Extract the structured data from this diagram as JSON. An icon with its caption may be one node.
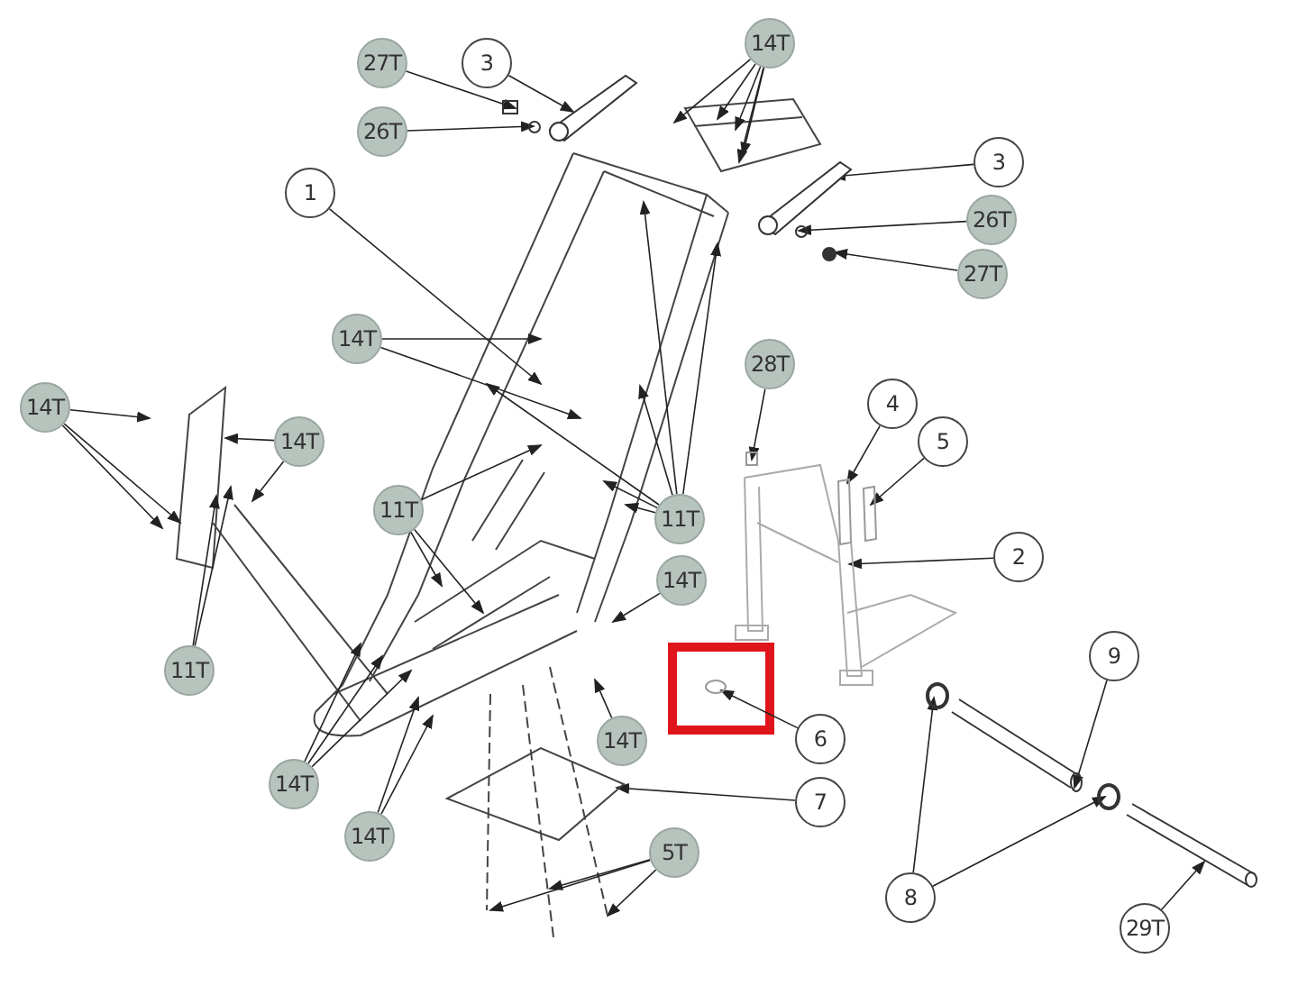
{
  "diagram": {
    "nodes": [
      {
        "text": [
          "27T"
        ]
      },
      {
        "text": [
          "3"
        ]
      },
      {
        "text": [
          "14T"
        ]
      },
      {
        "text": [
          "26T"
        ]
      },
      {
        "text": [
          "1"
        ]
      },
      {
        "text": [
          "3"
        ]
      },
      {
        "text": [
          "26T"
        ]
      },
      {
        "text": [
          "27T"
        ]
      },
      {
        "text": [
          "14T"
        ]
      },
      {
        "text": [
          "14T"
        ]
      },
      {
        "text": [
          "14T"
        ]
      },
      {
        "text": [
          "28T"
        ]
      },
      {
        "text": [
          "4"
        ]
      },
      {
        "text": [
          "5"
        ]
      },
      {
        "text": [
          "11T"
        ]
      },
      {
        "text": [
          "11T"
        ]
      },
      {
        "text": [
          "2"
        ]
      },
      {
        "text": [
          "14T"
        ]
      },
      {
        "text": [
          "11T"
        ]
      },
      {
        "text": [
          "6"
        ]
      },
      {
        "text": [
          "14T"
        ]
      },
      {
        "text": [
          "9"
        ]
      },
      {
        "text": [
          "14T"
        ]
      },
      {
        "text": [
          "7"
        ]
      },
      {
        "text": [
          "14T"
        ]
      },
      {
        "text": [
          "5T"
        ]
      },
      {
        "text": [
          "8"
        ]
      },
      {
        "text": [
          "29T"
        ]
      },
      {
        "text": [],
        "shape": "picture"
      },
      {
        "text": [],
        "shape": "circle"
      },
      {
        "text": [],
        "shape": "box"
      },
      {
        "text": [],
        "shape": "picture"
      },
      {
        "text": [],
        "shape": "circle"
      },
      {
        "text": [],
        "shape": "circle"
      },
      {
        "text": [],
        "shape": "box"
      },
      {
        "text": [],
        "shape": "bar",
        "in": 37
      },
      {
        "text": [],
        "shape": "bar",
        "in": 37
      },
      {
        "text": [],
        "shape": "picture"
      },
      {
        "text": [],
        "shape": "circle"
      },
      {
        "text": [],
        "shape": "picture"
      },
      {
        "text": [],
        "shape": "circle"
      },
      {
        "text": [],
        "shape": "circle"
      },
      {
        "text": [],
        "shape": "bar"
      },
      {
        "text": [],
        "shape": "bar"
      }
    ],
    "edges": [
      {
        "from": 0,
        "to": 30,
        "arrow": "to"
      },
      {
        "from": 1,
        "to": 28,
        "arrow": "to"
      },
      {
        "from": 2,
        "to": null,
        "arrow": "to"
      },
      {
        "from": 2,
        "to": null,
        "arrow": "to"
      },
      {
        "from": 2,
        "to": null,
        "arrow": "to"
      },
      {
        "from": 2,
        "to": null,
        "arrow": "to"
      },
      {
        "from": 2,
        "to": null,
        "arrow": "to"
      },
      {
        "from": 3,
        "to": 29,
        "arrow": "to"
      },
      {
        "from": 4,
        "to": null,
        "arrow": "to"
      },
      {
        "from": 5,
        "to": 31,
        "arrow": "to"
      },
      {
        "from": 6,
        "to": 32,
        "arrow": "to"
      },
      {
        "from": 7,
        "to": 33,
        "arrow": "to"
      },
      {
        "from": 8,
        "to": null,
        "arrow": "to"
      },
      {
        "from": 8,
        "to": null,
        "arrow": "to"
      },
      {
        "from": 9,
        "to": null,
        "arrow": "to"
      },
      {
        "from": 9,
        "to": null,
        "arrow": "to"
      },
      {
        "from": 9,
        "to": null,
        "arrow": "to"
      },
      {
        "from": 10,
        "to": null,
        "arrow": "to"
      },
      {
        "from": 10,
        "to": null,
        "arrow": "to"
      },
      {
        "from": 11,
        "to": 34,
        "arrow": "to"
      },
      {
        "from": 12,
        "to": 35,
        "arrow": "to"
      },
      {
        "from": 13,
        "to": 36,
        "arrow": "to"
      },
      {
        "from": 14,
        "to": null,
        "arrow": "to"
      },
      {
        "from": 14,
        "to": null,
        "arrow": "to"
      },
      {
        "from": 14,
        "to": null,
        "arrow": "to"
      },
      {
        "from": 15,
        "to": null,
        "arrow": "to"
      },
      {
        "from": 15,
        "to": null,
        "arrow": "to"
      },
      {
        "from": 15,
        "to": null,
        "arrow": "to"
      },
      {
        "from": 15,
        "to": null,
        "arrow": "to"
      },
      {
        "from": 15,
        "to": null,
        "arrow": "to"
      },
      {
        "from": 15,
        "to": null,
        "arrow": "to"
      },
      {
        "from": 16,
        "to": 37,
        "arrow": "to"
      },
      {
        "from": 17,
        "to": null,
        "arrow": "to"
      },
      {
        "from": 18,
        "to": null,
        "arrow": "to"
      },
      {
        "from": 18,
        "to": null,
        "arrow": "to"
      },
      {
        "from": 19,
        "to": 38,
        "arrow": "to"
      },
      {
        "from": 20,
        "to": null,
        "arrow": "to"
      },
      {
        "from": 21,
        "to": 42,
        "arrow": "to"
      },
      {
        "from": 22,
        "to": null,
        "arrow": "to"
      },
      {
        "from": 22,
        "to": null,
        "arrow": "to"
      },
      {
        "from": 22,
        "to": null,
        "arrow": "to"
      },
      {
        "from": 23,
        "to": 39,
        "arrow": "to"
      },
      {
        "from": 24,
        "to": null,
        "arrow": "to"
      },
      {
        "from": 24,
        "to": null,
        "arrow": "to"
      },
      {
        "from": 25,
        "to": null,
        "arrow": "to"
      },
      {
        "from": 25,
        "to": null,
        "arrow": "to"
      },
      {
        "from": 25,
        "to": null,
        "arrow": "to"
      },
      {
        "from": 26,
        "to": 40,
        "arrow": "to"
      },
      {
        "from": 26,
        "to": 41,
        "arrow": "to"
      },
      {
        "from": 27,
        "to": 43,
        "arrow": "to"
      }
    ]
  }
}
